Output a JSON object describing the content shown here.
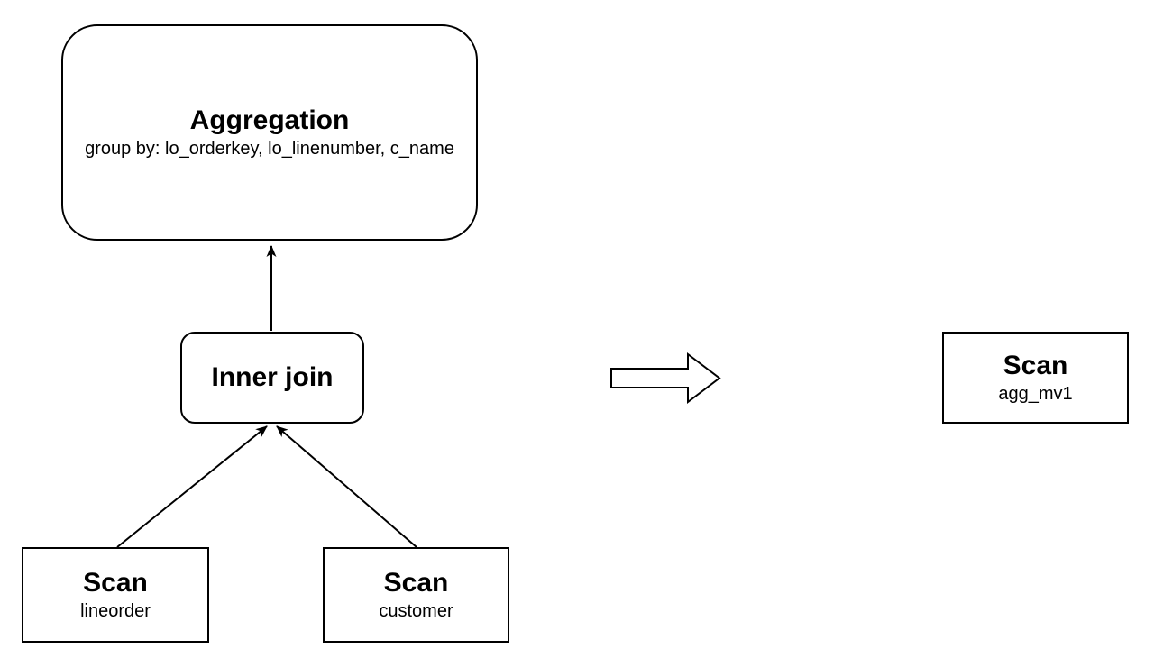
{
  "diagram": {
    "plan_before": {
      "aggregation": {
        "title": "Aggregation",
        "detail": "group by: lo_orderkey, lo_linenumber, c_name"
      },
      "inner_join": {
        "title": "Inner join"
      },
      "scan_lineorder": {
        "title": "Scan",
        "detail": "lineorder"
      },
      "scan_customer": {
        "title": "Scan",
        "detail": "customer"
      }
    },
    "plan_after": {
      "scan_agg_mv1": {
        "title": "Scan",
        "detail": "agg_mv1"
      }
    },
    "icons": {
      "transform_arrow": "right-block-arrow"
    },
    "colors": {
      "stroke": "#000000",
      "node_fill": "#ffffff",
      "background": "#ffffff"
    }
  }
}
